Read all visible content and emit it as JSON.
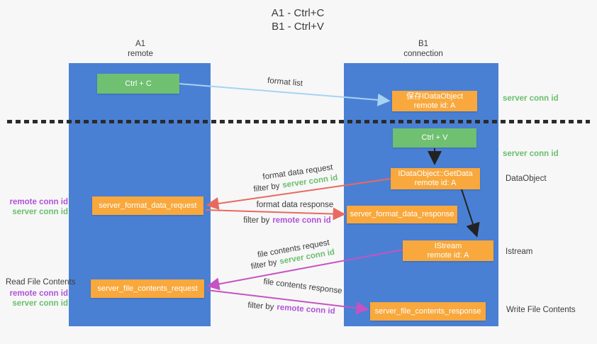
{
  "colors": {
    "column_blue": "#4a80d4",
    "box_green": "#6fc070",
    "box_orange": "#f8a83c",
    "arrow_red": "#e8695f",
    "arrow_magenta": "#c653c1",
    "arrow_lightblue": "#a7d3f2",
    "arrow_black": "#222222",
    "label_green": "#6abf6b",
    "label_purple": "#b052d6",
    "text_dark": "#3c3c3c"
  },
  "title": {
    "line1": "A1 - Ctrl+C",
    "line2": "B1 - Ctrl+V"
  },
  "columns": {
    "left": {
      "name": "A1",
      "role": "remote"
    },
    "right": {
      "name": "B1",
      "role": "connection"
    }
  },
  "nodes": {
    "ctrl_c": {
      "label": "Ctrl + C"
    },
    "ctrl_v": {
      "label": "Ctrl + V"
    },
    "save_idataobject": {
      "line1": "保存IDataObject",
      "line2": "remote id: A"
    },
    "getdata": {
      "line1": "IDataObject::GetData",
      "line2": "remote id: A"
    },
    "istream": {
      "line1": "IStream",
      "line2": "remote id: A"
    },
    "format_request": {
      "label": "server_format_data_request"
    },
    "format_response": {
      "label": "server_format_data_response"
    },
    "file_request": {
      "label": "server_file_contents_request"
    },
    "file_response": {
      "label": "server_file_contents_response"
    }
  },
  "arrows": {
    "format_list": {
      "label": "format list"
    },
    "format_request": {
      "label": "format data request",
      "filter_prefix": "filter by",
      "filter_key": "server conn id"
    },
    "format_response": {
      "label": "format data response",
      "filter_prefix": "filter by",
      "filter_key": "remote conn id"
    },
    "file_request": {
      "label": "file contents request",
      "filter_prefix": "filter by",
      "filter_key": "server conn id"
    },
    "file_response": {
      "label": "file contents response",
      "filter_prefix": "filter by",
      "filter_key": "remote conn id"
    }
  },
  "annotations": {
    "right_server_conn_top": "server conn id",
    "right_server_conn_mid": "server conn id",
    "dataobject": "DataObject",
    "istream": "Istream",
    "write_file": "Write File Contents",
    "read_file": "Read File Contents",
    "left_top": {
      "remote": "remote conn id",
      "server": "server conn id"
    },
    "left_bottom": {
      "remote": "remote conn id",
      "server": "server conn id"
    }
  }
}
